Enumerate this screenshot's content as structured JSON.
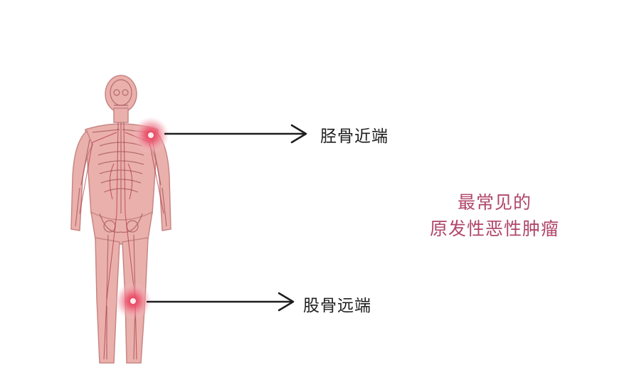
{
  "labels": {
    "upper": "胫骨近端",
    "lower": "股骨远端"
  },
  "caption": {
    "line1": "最常见的",
    "line2": "原发性恶性肿瘤"
  },
  "colors": {
    "body_fill": "#e8a8a4",
    "body_outline": "#c27a78",
    "vessel": "#b0283e",
    "highlight": "#e6304f",
    "caption": "#b0476b",
    "arrow": "#1e1e1e"
  }
}
